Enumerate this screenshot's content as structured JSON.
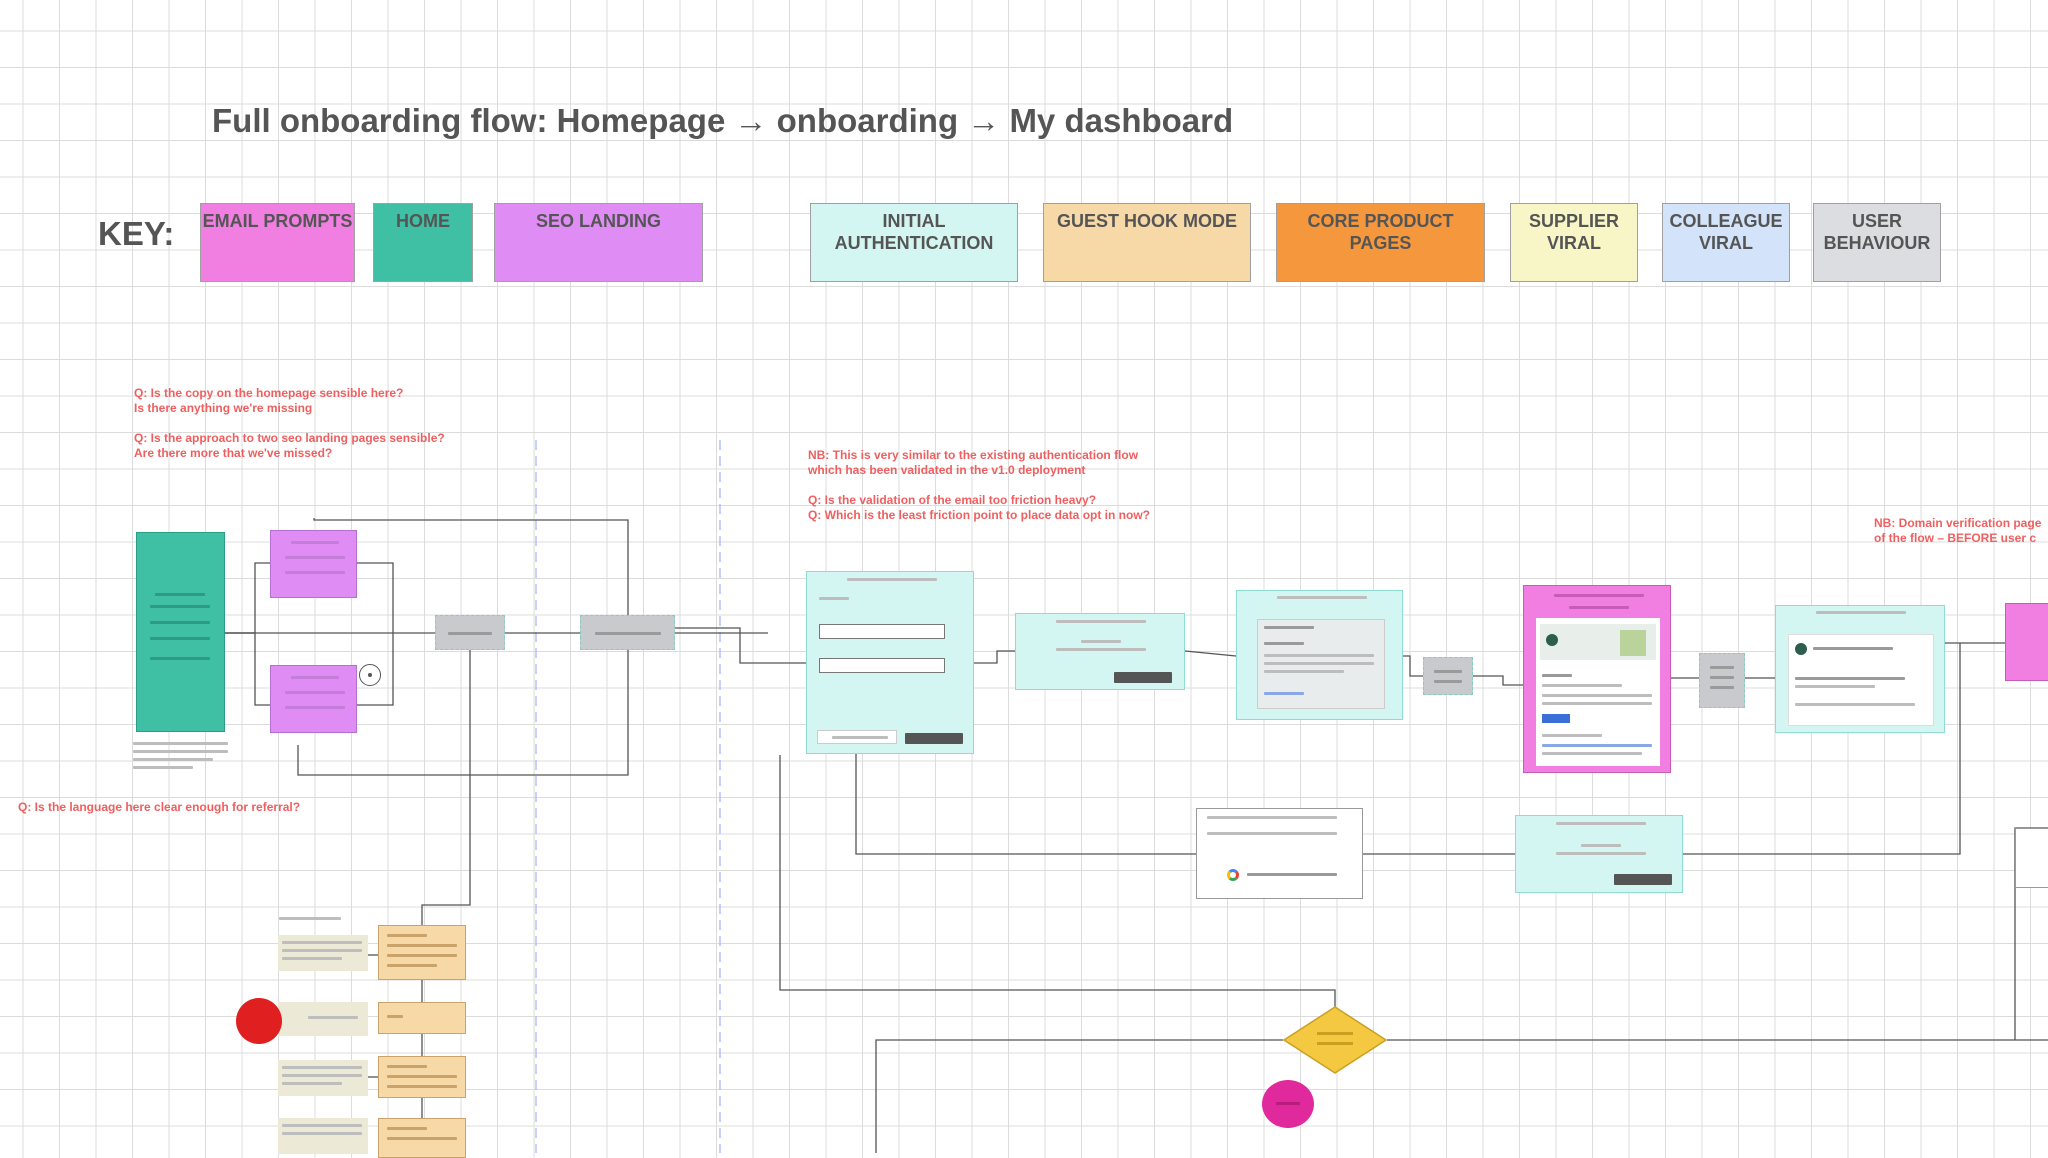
{
  "title": "Full onboarding flow: Homepage → onboarding → My dashboard",
  "key": {
    "label": "KEY:",
    "items": [
      {
        "label": "EMAIL PROMPTS",
        "color": "#f07fe1"
      },
      {
        "label": "HOME",
        "color": "#3fbfa3"
      },
      {
        "label": "SEO LANDING",
        "color": "#e08cf5"
      },
      {
        "label": "INITIAL AUTHENTICATION",
        "color": "#d4f6f3"
      },
      {
        "label": "GUEST HOOK MODE",
        "color": "#f7d9a8"
      },
      {
        "label": "CORE PRODUCT PAGES",
        "color": "#f5983d"
      },
      {
        "label": "SUPPLIER VIRAL",
        "color": "#f8f6c6"
      },
      {
        "label": "COLLEAGUE VIRAL",
        "color": "#d2e3fa"
      },
      {
        "label": "USER BEHAVIOUR",
        "color": "#dcdde1"
      }
    ]
  },
  "notes": {
    "homepage": "Q: Is the copy on the homepage sensible here?\nIs there anything we're missing\n\nQ: Is the approach to two seo landing pages sensible?\nAre there more that we've missed?",
    "auth": "NB: This is very similar to the existing authentication flow\nwhich has been validated in the v1.0 deployment\n\nQ: Is the validation of the email too friction heavy?\nQ: Which is the least friction point to place data opt in now?",
    "language": "Q: Is the language here clear enough for referral?",
    "domain": "NB: Domain verification page\nof the flow – BEFORE user c"
  },
  "colors": {
    "accent_red": "#ef5f5f",
    "diamond": "#f5c842",
    "red_dot": "#e02020",
    "magenta_dot": "#e0299c"
  }
}
